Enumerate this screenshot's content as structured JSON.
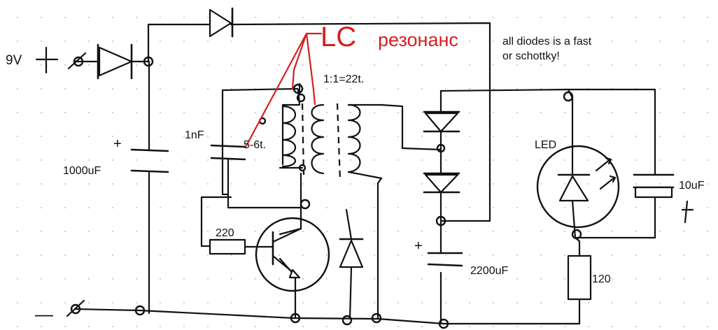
{
  "labels": {
    "supply": "9V",
    "plus": "+",
    "minus": "—",
    "lc_big": "LC",
    "lc_rest": "резонанс",
    "note_line1": "all diodes is a fast",
    "note_line2": "or schottky!",
    "ratio": "1:1=22t.",
    "cap_1n": "1nF",
    "turns": "5-6t.",
    "cap_1000": "1000uF",
    "res_220": "220",
    "cap_2200": "2200uF",
    "led": "LED",
    "cap_10u": "10uF",
    "res_120": "120",
    "cap_plus_a": "+",
    "cap_plus_b": "+",
    "cap_plus_c": "+"
  },
  "colors": {
    "ink": "#111111",
    "annotation": "#d42020",
    "grid_dots": "#c8c8c8"
  }
}
